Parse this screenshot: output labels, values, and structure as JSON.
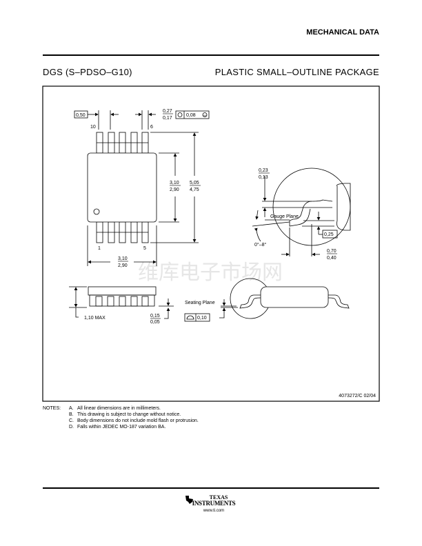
{
  "header": {
    "section": "MECHANICAL DATA"
  },
  "package": {
    "code": "DGS (S–PDSO–G10)",
    "name": "PLASTIC SMALL–OUTLINE PACKAGE"
  },
  "drawing": {
    "top_view": {
      "pitch": "0,50",
      "lead_width_max": "0,27",
      "lead_width_min": "0,17",
      "tolerance_value": "0,08",
      "tolerance_modifier": "M",
      "pin_10": "10",
      "pin_6": "6",
      "pin_1": "1",
      "pin_5": "5",
      "body_length_max": "3,10",
      "body_length_min": "2,90",
      "overall_max": "5,05",
      "overall_min": "4,75",
      "body_width_max": "3,10",
      "body_width_min": "2,90"
    },
    "detail": {
      "thickness_max": "0,23",
      "thickness_min": "0,13",
      "gauge_plane": "Gauge Plane",
      "gauge_value": "0,25",
      "angle": "0°–8°",
      "foot_max": "0,70",
      "foot_min": "0,40"
    },
    "side_view": {
      "height": "1,10 MAX",
      "standoff_max": "0,15",
      "standoff_min": "0,05",
      "seating_plane": "Seating Plane",
      "flatness": "0,10"
    },
    "drawing_number": "4073272/C 02/04",
    "watermark": "维库电子市场网"
  },
  "notes": {
    "label": "NOTES:",
    "items": [
      {
        "letter": "A.",
        "text": "All linear dimensions are in millimeters."
      },
      {
        "letter": "B.",
        "text": "This drawing is subject to change without notice."
      },
      {
        "letter": "C.",
        "text": "Body dimensions do not include mold flash or protrusion."
      },
      {
        "letter": "D.",
        "text": "Falls within JEDEC MO-187 variation BA."
      }
    ]
  },
  "footer": {
    "brand_line1": "TEXAS",
    "brand_line2": "INSTRUMENTS",
    "url": "www.ti.com"
  }
}
